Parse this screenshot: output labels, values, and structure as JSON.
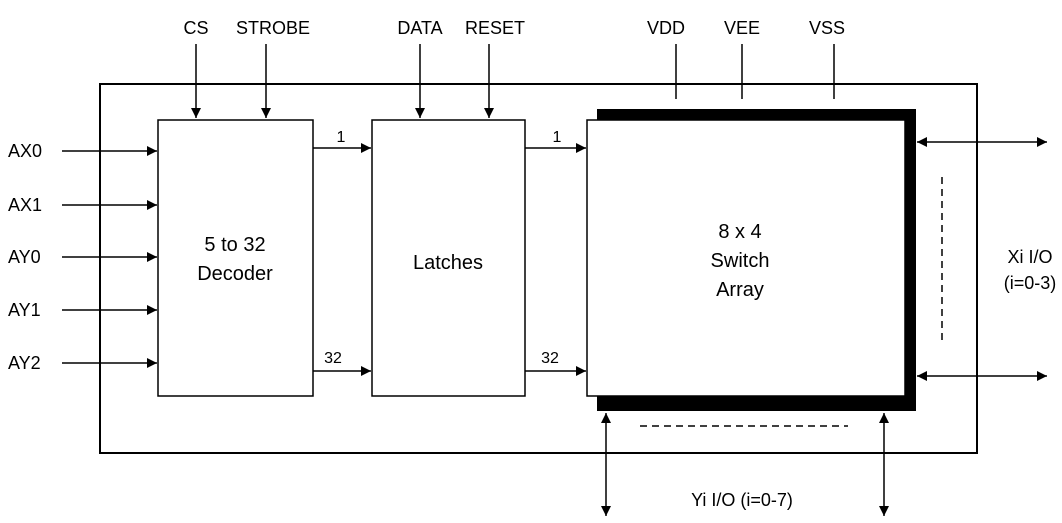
{
  "top_inputs": {
    "cs": "CS",
    "strobe": "STROBE",
    "data": "DATA",
    "reset": "RESET",
    "vdd": "VDD",
    "vee": "VEE",
    "vss": "VSS"
  },
  "left_inputs": [
    "AX0",
    "AX1",
    "AY0",
    "AY1",
    "AY2"
  ],
  "decoder": {
    "line1": "5 to 32",
    "line2": "Decoder"
  },
  "latches": {
    "label": "Latches"
  },
  "switch_array": {
    "line1": "8 x 4",
    "line2": "Switch",
    "line3": "Array"
  },
  "bus_labels": {
    "first": "1",
    "last": "32"
  },
  "xi_io": {
    "line1": "Xi I/O",
    "line2": "(i=0-3)"
  },
  "yi_io": {
    "label": "Yi I/O (i=0-7)"
  }
}
